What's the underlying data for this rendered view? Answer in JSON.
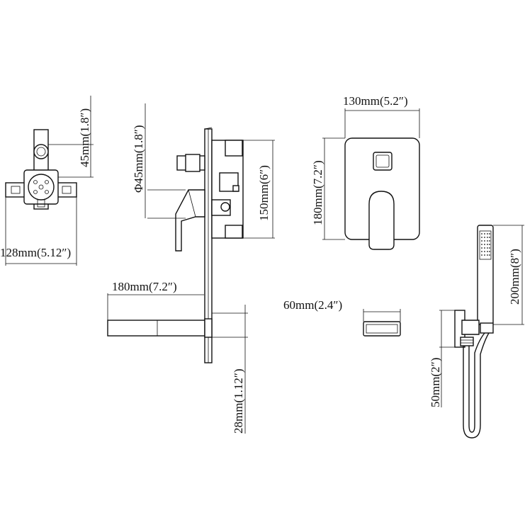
{
  "dimensions": {
    "rough_in_height": "45mm(1.8″)",
    "rough_in_width": "128mm(5.12″)",
    "inlet_diameter": "Φ45mm(1.8″)",
    "valve_depth": "150mm(6″)",
    "spout_length": "180mm(7.2″)",
    "spout_thickness": "28mm(1.12″)",
    "plate_width": "130mm(5.2″)",
    "plate_height": "180mm(7.2″)",
    "spout_width": "60mm(2.4″)",
    "handshower_length": "200mm(8″)",
    "holder_height": "50mm(2″)"
  }
}
